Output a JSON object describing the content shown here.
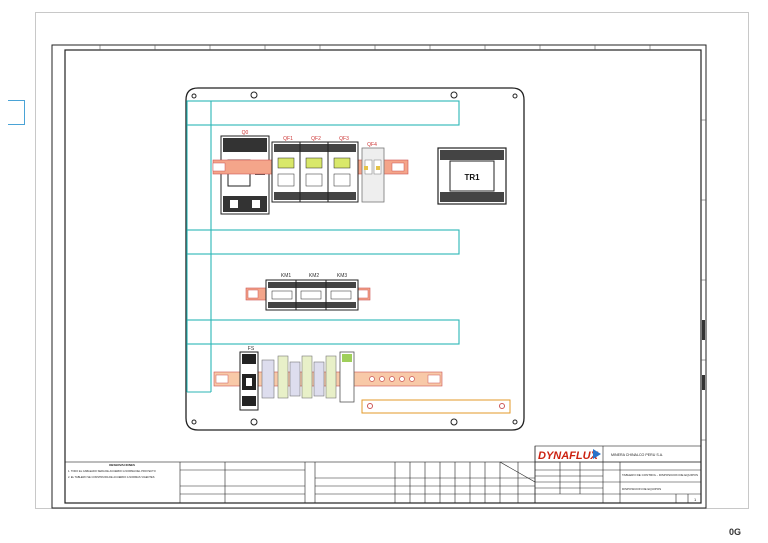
{
  "brand": {
    "logo_text": "DYNAFLUX"
  },
  "company": "MINERA CHINALCO PERU S.A.",
  "components": {
    "q0": "Q0",
    "q1": "QF1",
    "q2": "QF2",
    "q3": "QF3",
    "q4": "QF4",
    "tr1": "TR1",
    "km1": "KM1",
    "km2": "KM2",
    "km3": "KM3",
    "fs": "FS"
  },
  "notes": {
    "title": "OBSERVACIONES",
    "line1": "1. TODO EL CABLEADO SERA DE ACUERDO A NORMA DEL PROYECTO",
    "line2": "2. EL TABLERO SE CONSTRUIRA DE ACUERDO A NORMAS VIGENTES"
  },
  "title_block": {
    "drawing_title": "TABLERO DE CONTROL - DISPOSICION DE EQUIPOS",
    "subtitle": "DISPOSICION DE EQUIPOS",
    "sheet": "1"
  },
  "corner_label": "0G"
}
